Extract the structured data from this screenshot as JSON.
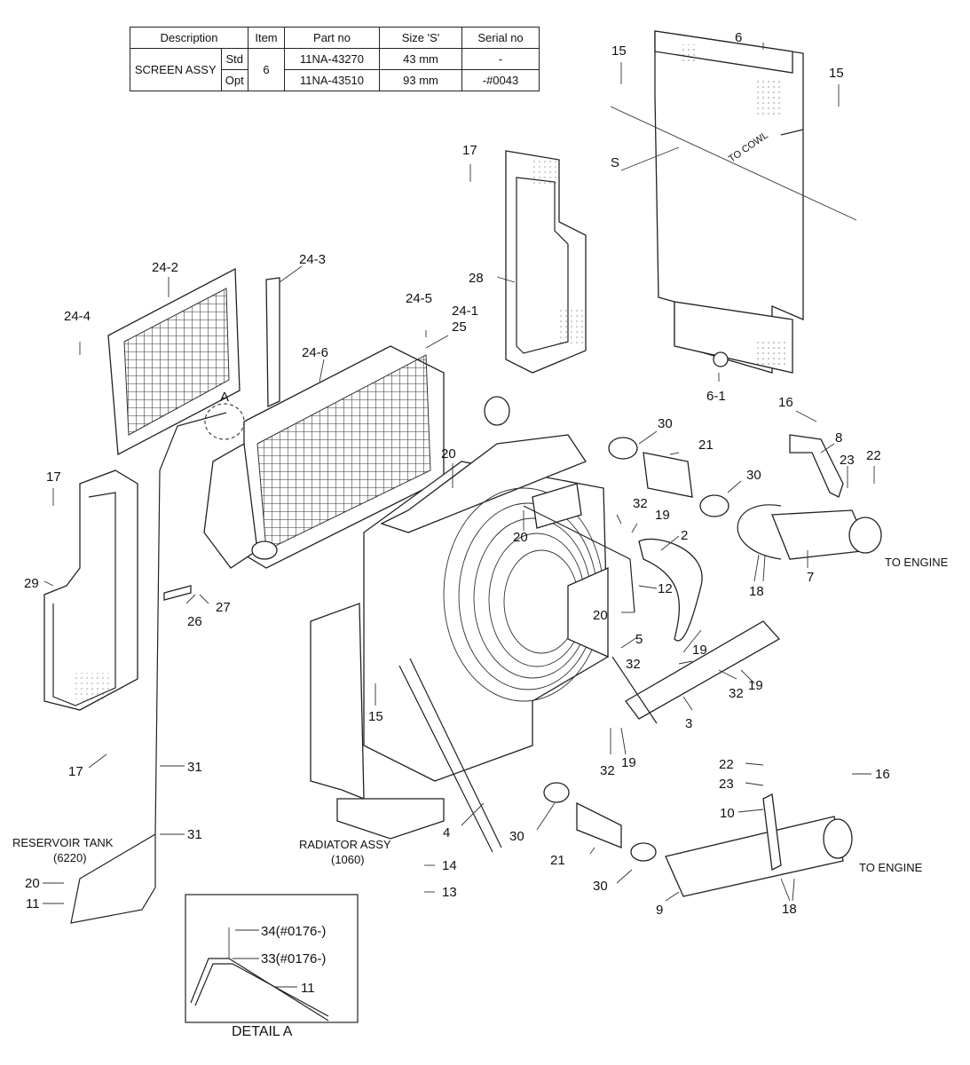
{
  "table": {
    "headers": [
      "Description",
      "Item",
      "Part no",
      "Size 'S'",
      "Serial no"
    ],
    "description": "SCREEN ASSY",
    "item": "6",
    "rows": [
      {
        "variant": "Std",
        "part_no": "11NA-43270",
        "size": "43 mm",
        "serial": "-"
      },
      {
        "variant": "Opt",
        "part_no": "11NA-43510",
        "size": "93 mm",
        "serial": "-#0043"
      }
    ]
  },
  "notes": {
    "to_cowl": "TO COWL",
    "s_mark": "S",
    "detail_marker": "A",
    "to_engine_1": "TO ENGINE",
    "to_engine_2": "TO ENGINE",
    "reservoir_tank": "RESERVOIR TANK",
    "reservoir_ref": "(6220)",
    "radiator_assy": "RADIATOR ASSY",
    "radiator_ref": "(1060)",
    "detail_title": "DETAIL A"
  },
  "callouts": {
    "c6": "6",
    "c15a": "15",
    "c15b": "15",
    "c17a": "17",
    "c28": "28",
    "c24_2": "24-2",
    "c24_3": "24-3",
    "c24_4": "24-4",
    "c24_5": "24-5",
    "c24_1": "24-1",
    "c25": "25",
    "c24_6": "24-6",
    "c6_1": "6-1",
    "c16a": "16",
    "c8": "8",
    "c23a": "23",
    "c22a": "22",
    "c30a": "30",
    "c21a": "21",
    "c30b": "30",
    "c20a": "20",
    "c20b": "20",
    "c32a": "32",
    "c19a": "19",
    "c2": "2",
    "c17b": "17",
    "c29": "29",
    "c27": "27",
    "c26": "26",
    "c12": "12",
    "c20c": "20",
    "c7": "7",
    "c18a": "18",
    "c5": "5",
    "c19b": "19",
    "c32b": "32",
    "c32c": "32",
    "c19c": "19",
    "c3": "3",
    "c15c": "15",
    "c32d": "32",
    "c19d": "19",
    "c17c": "17",
    "c31a": "31",
    "c22b": "22",
    "c23b": "23",
    "c16b": "16",
    "c10": "10",
    "c31b": "31",
    "c4": "4",
    "c30c": "30",
    "c21b": "21",
    "c14": "14",
    "c13": "13",
    "c30d": "30",
    "c9": "9",
    "c18b": "18",
    "c20d": "20",
    "c11a": "11",
    "c34": "34(#0176-)",
    "c33": "33(#0176-)",
    "c11b": "11"
  }
}
